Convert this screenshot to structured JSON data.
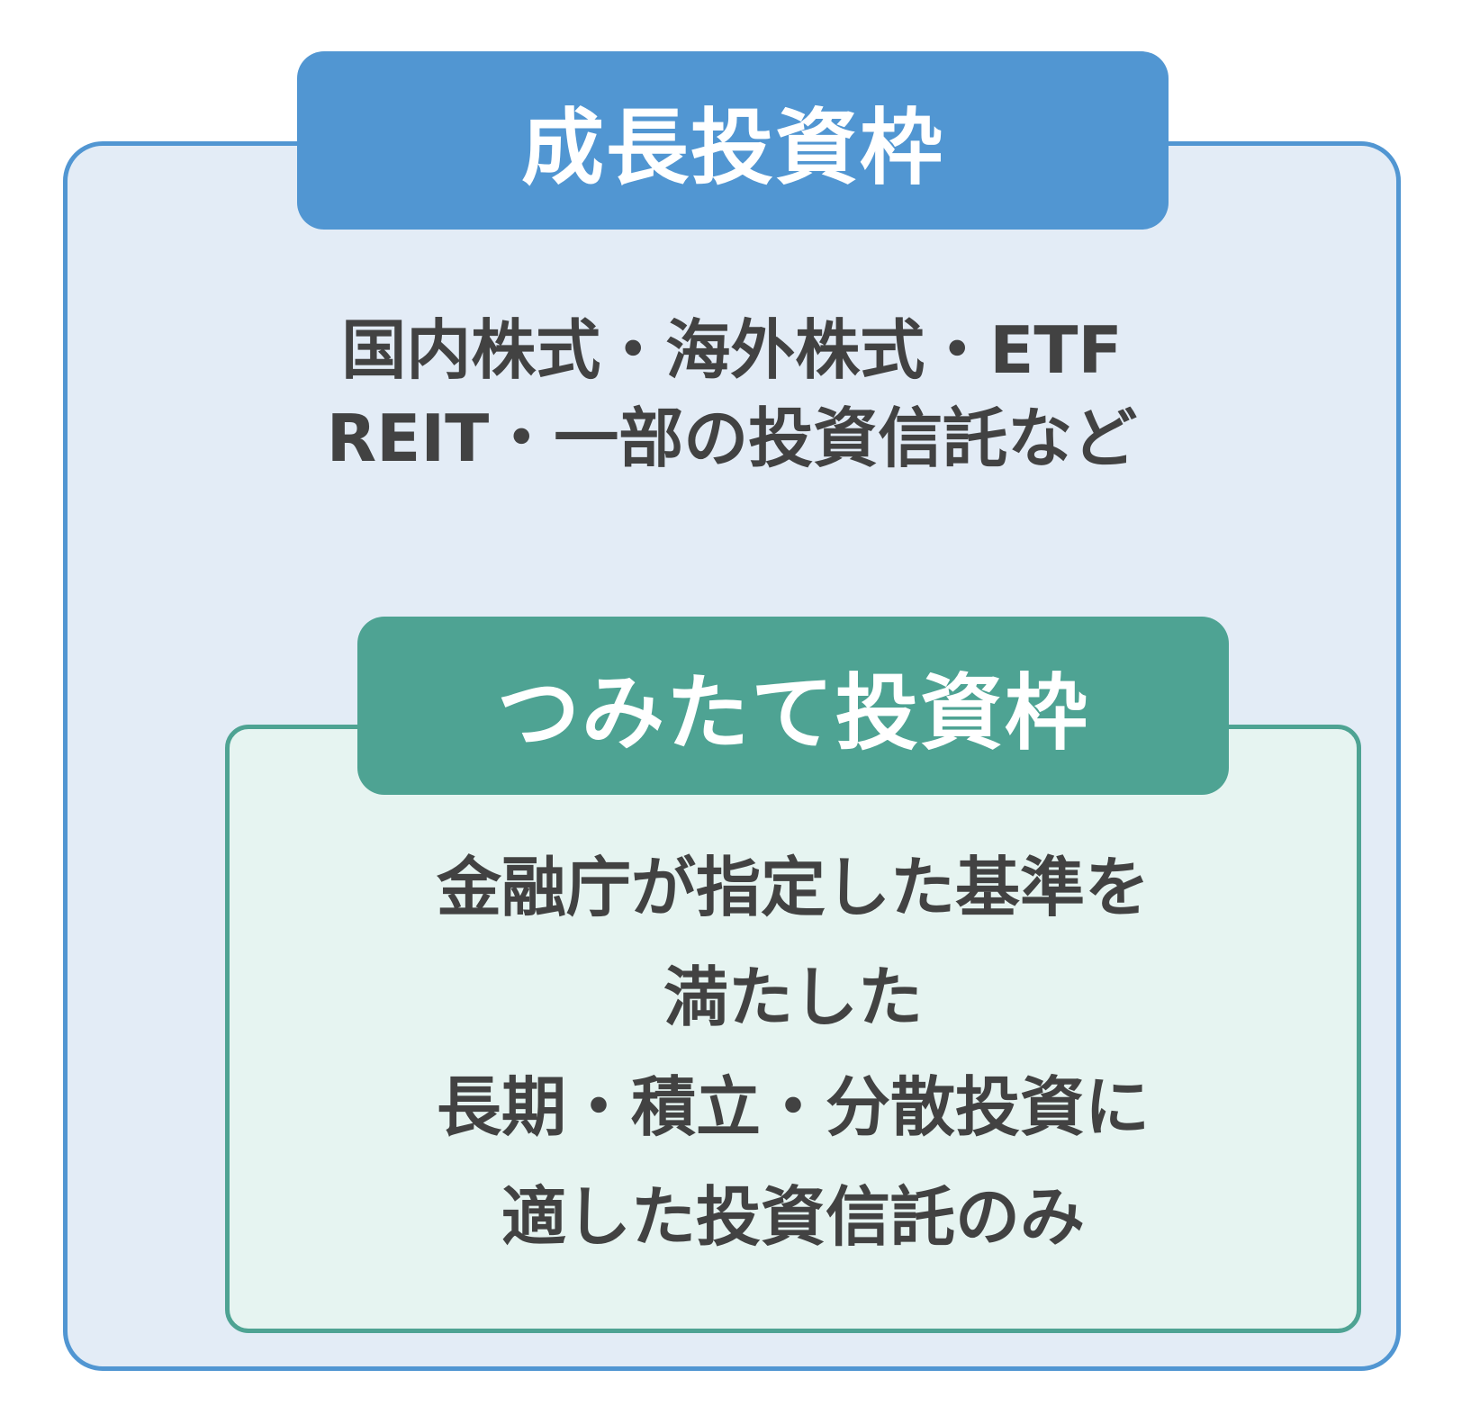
{
  "growth_frame": {
    "title": "成長投資枠",
    "description_lines": [
      "国内株式・海外株式・ETF",
      "REIT・一部の投資信託など"
    ]
  },
  "tsumitate_frame": {
    "title": "つみたて投資枠",
    "description_lines": [
      "金融庁が指定した基準を",
      "満たした",
      "長期・積立・分散投資に",
      "適した投資信託のみ"
    ]
  },
  "colors": {
    "growth_accent": "#5196d2",
    "growth_background": "#e3ecf6",
    "tsumitate_accent": "#4ea393",
    "tsumitate_background": "#e6f4f1",
    "text": "#424242"
  }
}
